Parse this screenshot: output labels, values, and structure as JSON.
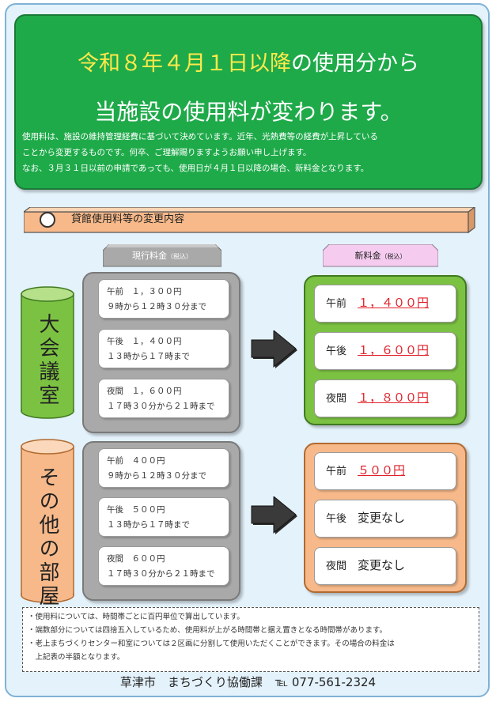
{
  "header": {
    "title_highlight": "令和８年４月１日以降",
    "title_rest": "の使用分から",
    "title_line2": "当施設の使用料が変わります。",
    "intro": [
      "使用料は、施設の維持管理経費に基づいて決めています。近年、光熱費等の経費が上昇している",
      "ことから変更するものです。何卒、ご理解賜りますようお願い申し上げます。",
      "なお、３月３１日以前の申請であっても、使用日が４月１日以降の場合、新料金となります。"
    ]
  },
  "section": {
    "label": "貸館使用料等の変更内容"
  },
  "columns": {
    "current_label": "現行料金",
    "current_tax": "（税込）",
    "new_label": "新料金",
    "new_tax": "（税込）"
  },
  "rooms": [
    {
      "name": "大会議室",
      "current": [
        {
          "line1": "午前　１，３００円",
          "line2": "９時から１２時３０分まで"
        },
        {
          "line1": "午後　１，４００円",
          "line2": "１３時から１７時まで"
        },
        {
          "line1": "夜間　１，６００円",
          "line2": "１７時３０分から２１時まで"
        }
      ],
      "new": [
        {
          "period": "午前",
          "price": "１，４００円",
          "nochange": ""
        },
        {
          "period": "午後",
          "price": "１，６００円",
          "nochange": ""
        },
        {
          "period": "夜間",
          "price": "１，８００円",
          "nochange": ""
        }
      ]
    },
    {
      "name": "その他の部屋",
      "current": [
        {
          "line1": "午前　４００円",
          "line2": "９時から１２時３０分まで"
        },
        {
          "line1": "午後　５００円",
          "line2": "１３時から１７時まで"
        },
        {
          "line1": "夜間　６００円",
          "line2": "１７時３０分から２１時まで"
        }
      ],
      "new": [
        {
          "period": "午前",
          "price": "５００円",
          "nochange": ""
        },
        {
          "period": "午後",
          "price": "",
          "nochange": "変更なし"
        },
        {
          "period": "夜間",
          "price": "",
          "nochange": "変更なし"
        }
      ]
    }
  ],
  "notes": [
    "・使用料については、時間帯ごとに百円単位で算出しています。",
    "・端数部分については四捨五入しているため、使用料が上がる時間帯と据え置きとなる時間帯があります。",
    "・老上まちづくりセンター和室については２区画に分割して使用いただくことができます。その場合の料金は",
    "　上記表の半額となります。"
  ],
  "footer": {
    "org": "草津市　まちづくり協働課",
    "tel_label": "℡",
    "tel": "077-561-2324"
  },
  "colors": {
    "header_green": "#1faa4a",
    "highlight_yellow": "#ffe94a",
    "price_red": "#e0202a",
    "room1_green": "#7cc242",
    "room2_orange": "#f7b98a",
    "new_tab_pink": "#f5ccf0"
  },
  "icons": [
    "circle-bullet-icon",
    "right-arrow-icon"
  ]
}
